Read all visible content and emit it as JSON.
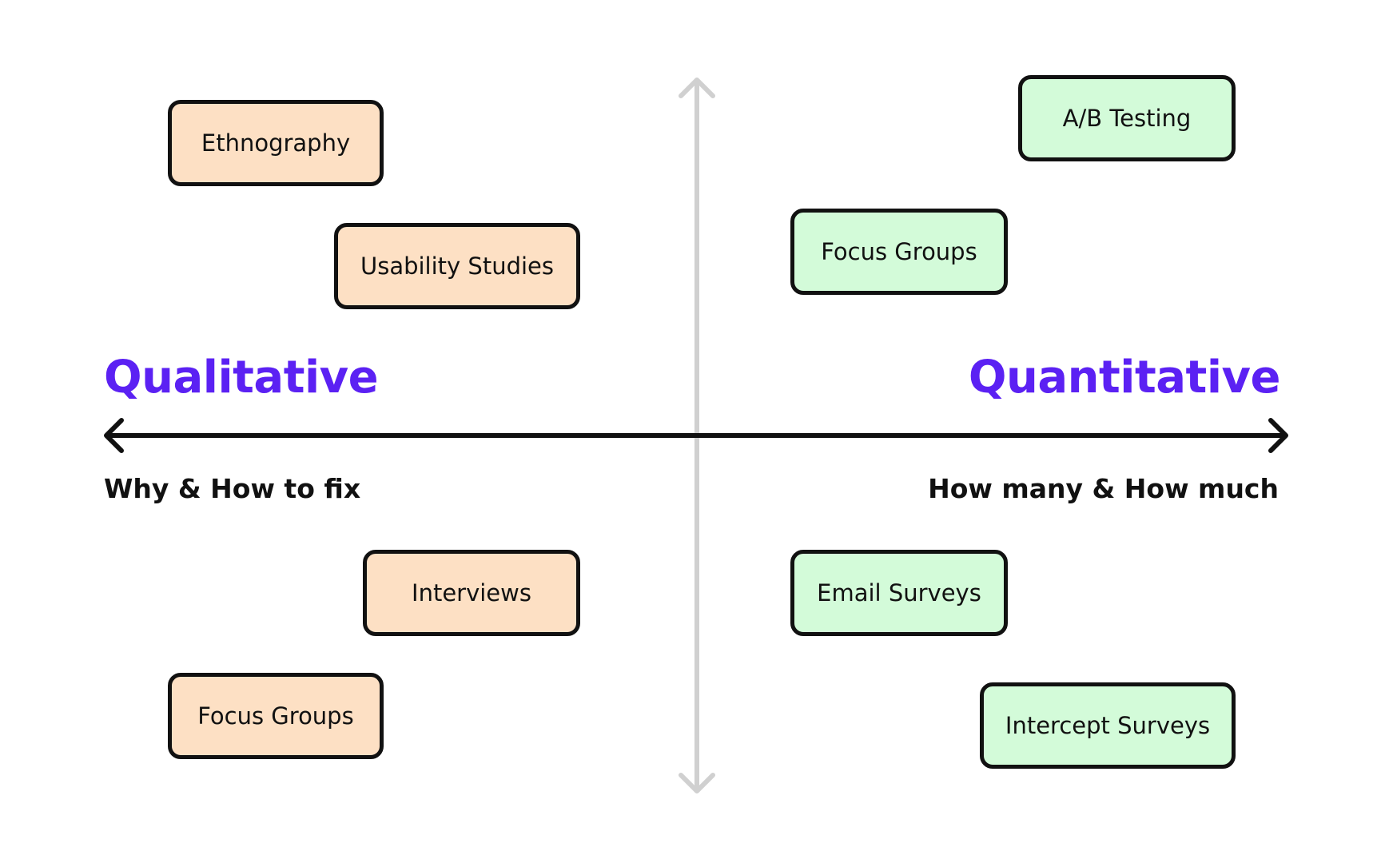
{
  "colors": {
    "accent": "#5b21f3",
    "qualitative_card": "#fde0c4",
    "quantitative_card": "#d3fbd9",
    "card_border": "#111111",
    "horizontal_axis": "#111111",
    "vertical_axis": "#d0d0d0"
  },
  "axes": {
    "left_title": "Qualitative",
    "right_title": "Quantitative",
    "left_subtitle": "Why & How to fix",
    "right_subtitle": "How many & How much"
  },
  "qualitative_methods": {
    "top": [
      "Ethnography",
      "Usability Studies"
    ],
    "bottom": [
      "Interviews",
      "Focus Groups"
    ]
  },
  "quantitative_methods": {
    "top": [
      "A/B Testing",
      "Focus Groups"
    ],
    "bottom": [
      "Email Surveys",
      "Intercept Surveys"
    ]
  }
}
